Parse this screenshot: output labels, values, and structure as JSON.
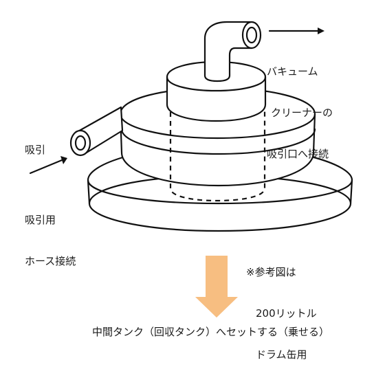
{
  "labels": {
    "vacuum": [
      "バキューム",
      "クリーナーの",
      "吸引口へ接続"
    ],
    "suction": "吸引",
    "hose": [
      "吸引用",
      "ホース接続"
    ],
    "reference": [
      "※参考図は",
      "200リットル",
      "ドラム缶用"
    ],
    "bottom": "中間タンク（回収タンク）へセットする（乗せる）"
  },
  "colors": {
    "ink": "#111111",
    "arrow_fill": "#f7be81"
  }
}
